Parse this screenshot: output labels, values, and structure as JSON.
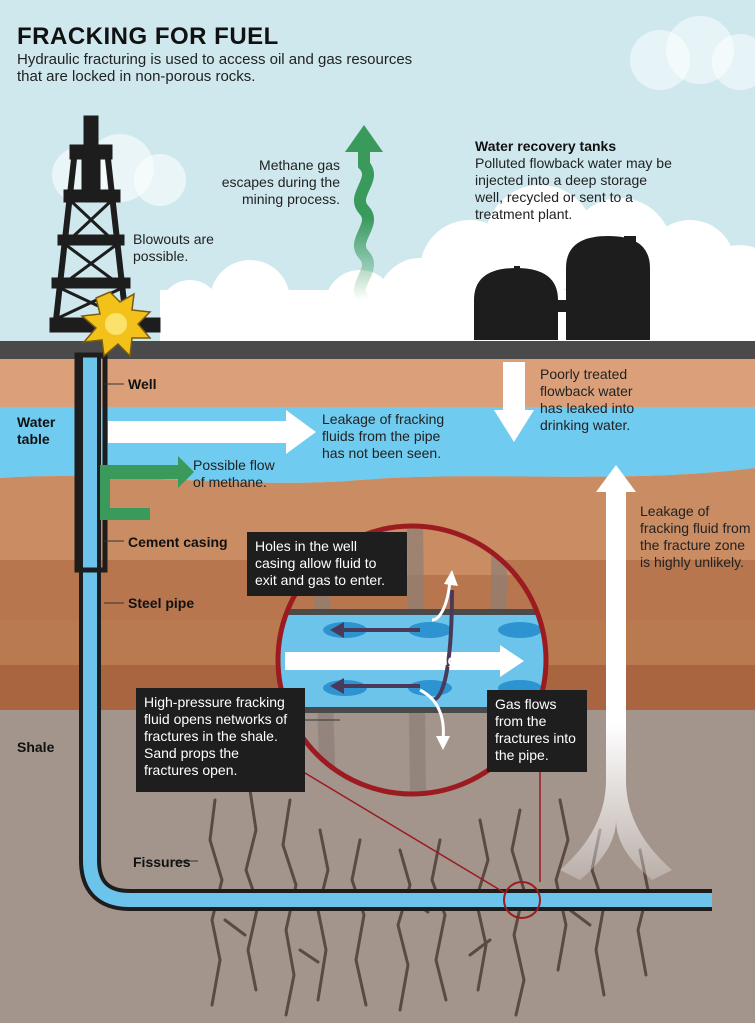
{
  "title": "FRACKING FOR FUEL",
  "subtitle": "Hydraulic fracturing is used to access oil and gas resources that are locked in non-porous rocks.",
  "labels": {
    "methane": "Methane gas escapes during the mining process.",
    "tanks_title": "Water recovery tanks",
    "tanks_body": "Polluted flowback water may be injected into a deep storage well, recycled or sent to a treatment plant.",
    "blowouts": "Blowouts are possible.",
    "well": "Well",
    "water_table": "Water table",
    "leak_pipe": "Leakage of fracking fluids from the pipe has not been seen.",
    "poorly_treated": "Poorly treated flowback water has leaked into drinking water.",
    "methane_flow": "Possible flow of methane.",
    "cement_casing": "Cement casing",
    "steel_pipe": "Steel pipe",
    "leak_fracture": "Leakage of fracking fluid from the fracture zone is highly unlikely.",
    "holes": "Holes in the well casing allow fluid to exit and gas to enter.",
    "hp_fluid": "High-pressure fracturing fluid",
    "hp_fracking": "High-pressure fracking fluid opens networks of fractures in the shale. Sand props the fractures open.",
    "gas_flows": "Gas flows from the fractures into the pipe.",
    "shale": "Shale",
    "fissures": "Fissures"
  },
  "colors": {
    "sky": "#cfe8ee",
    "ground_line": "#4a4a4a",
    "topsoil": "#dba07a",
    "water": "#6fcbef",
    "rock_layers": [
      "#c98c63",
      "#b8764e",
      "#a9653f"
    ],
    "shale": "#a3948c",
    "pipe": "#6cc4ea",
    "methane_green": "#3a9a5c",
    "magnifier_ring": "#9b1b20",
    "label_box": "#1e1e1e"
  }
}
